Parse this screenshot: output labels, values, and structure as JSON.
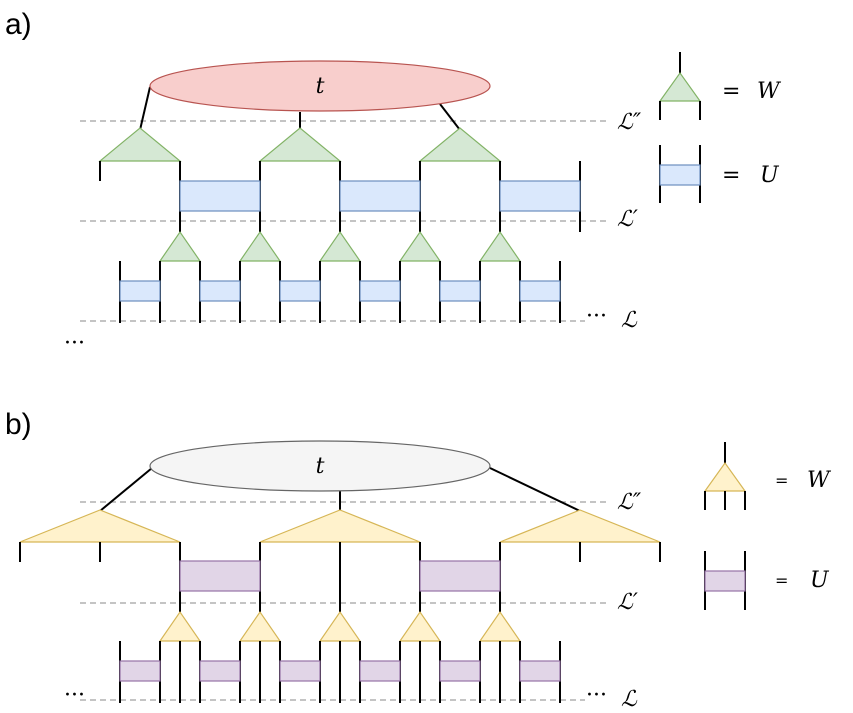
{
  "panels": {
    "a": {
      "label": "a)",
      "top_tensor": "t",
      "layer_labels": [
        "ℒ″",
        "ℒ′",
        "ℒ"
      ],
      "legend": {
        "w_equals": "=",
        "w_symbol": "W",
        "u_equals": "=",
        "u_symbol": "U"
      },
      "left_ellipsis": "···",
      "right_ellipsis": "···"
    },
    "b": {
      "label": "b)",
      "top_tensor": "t",
      "layer_labels": [
        "ℒ″",
        "ℒ′",
        "ℒ"
      ],
      "legend": {
        "w_equals": "=",
        "w_symbol": "W",
        "u_equals": "=",
        "u_symbol": "U"
      },
      "left_ellipsis": "···",
      "right_ellipsis": "···"
    }
  },
  "colors": {
    "green_fill": "#d5e8d4",
    "green_stroke": "#82b366",
    "blue_fill": "#dae8fc",
    "blue_stroke": "#6c8ebf",
    "red_fill": "#f8cecc",
    "red_stroke": "#b85450",
    "yellow_fill": "#fff2cc",
    "yellow_stroke": "#d6b656",
    "purple_fill": "#e1d5e7",
    "purple_stroke": "#9673a6",
    "grey_fill": "#f5f5f5",
    "grey_stroke": "#666666"
  }
}
